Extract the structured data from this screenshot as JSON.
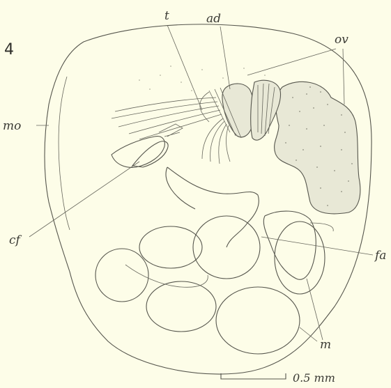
{
  "figure": {
    "number": "4",
    "labels": {
      "t": "t",
      "ad": "ad",
      "ov": "ov",
      "mo": "mo",
      "cf": "cf",
      "fa": "fa",
      "m": "m"
    },
    "scale_bar": {
      "label": "0.5 mm"
    }
  },
  "colors": {
    "background": "#fdfde8",
    "ink": "#55554c"
  }
}
